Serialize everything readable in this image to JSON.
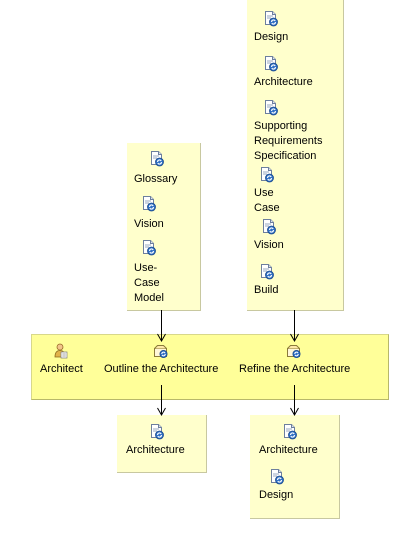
{
  "inputs": {
    "left": [
      "Glossary",
      "Vision",
      "Use-\nCase\nModel"
    ],
    "right": [
      "Design",
      "Architecture",
      "Supporting\nRequirements\nSpecification",
      "Use\nCase",
      "Vision",
      "Build"
    ]
  },
  "band": {
    "role": "Architect",
    "task_1": "Outline the Architecture",
    "task_2": "Refine the Architecture"
  },
  "outputs": {
    "left": [
      "Architecture"
    ],
    "right": [
      "Architecture",
      "Design"
    ]
  },
  "icons": {
    "artifact": "document-artifact-icon",
    "role": "role-person-icon",
    "task": "task-icon"
  },
  "colors": {
    "panel": "#ffffcc",
    "band": "#ffff99",
    "arrow": "#000000"
  }
}
